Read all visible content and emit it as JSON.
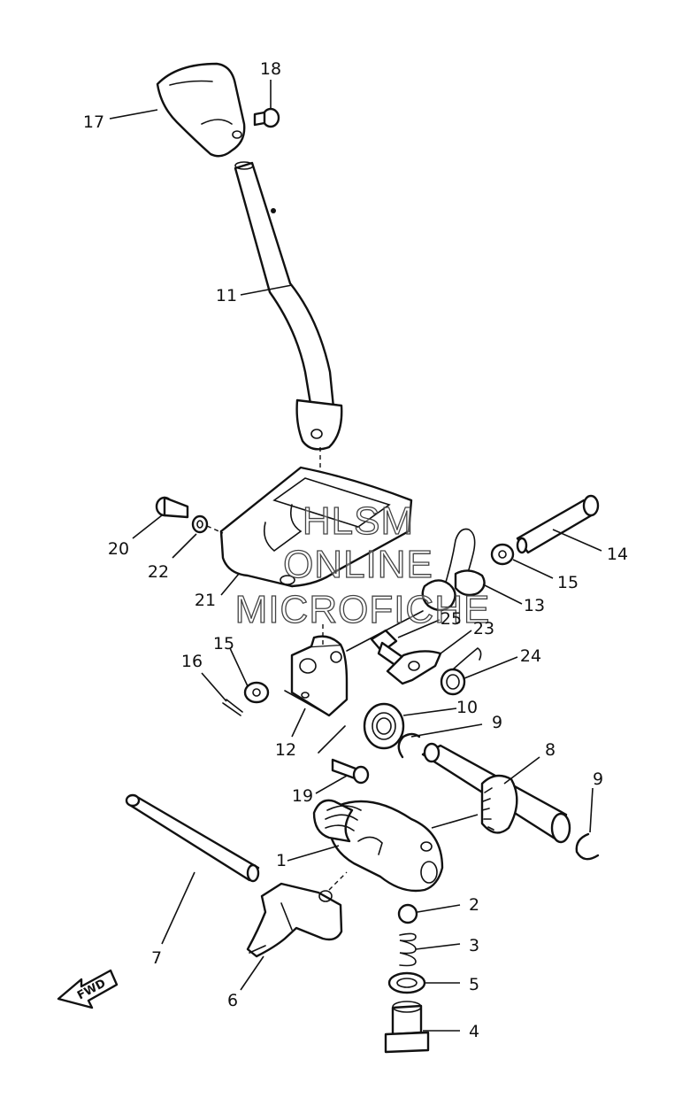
{
  "callouts": [
    "1",
    "2",
    "3",
    "4",
    "5",
    "6",
    "7",
    "8",
    "9",
    "9",
    "10",
    "11",
    "12",
    "13",
    "14",
    "15",
    "15",
    "16",
    "17",
    "18",
    "19",
    "20",
    "21",
    "22",
    "23",
    "24",
    "25"
  ],
  "watermark": {
    "line1": "HLSM",
    "line2": "ONLINE",
    "line3": "MICROFICHE"
  },
  "direction_label": "FWD"
}
